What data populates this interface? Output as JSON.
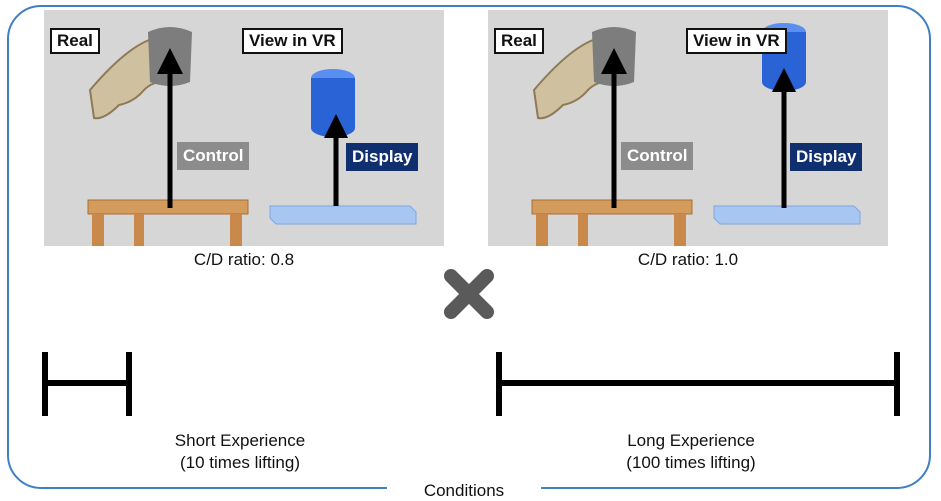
{
  "panels": [
    {
      "real_label": "Real",
      "vr_label": "View in VR",
      "control_label": "Control",
      "display_label": "Display",
      "ratio_text": "C/D ratio: 0.8"
    },
    {
      "real_label": "Real",
      "vr_label": "View in VR",
      "control_label": "Control",
      "display_label": "Display",
      "ratio_text": "C/D ratio: 1.0"
    }
  ],
  "experience": {
    "short": {
      "line1": "Short Experience",
      "line2": "(10 times lifting)"
    },
    "long": {
      "line1": "Long Experience",
      "line2": "(100 times lifting)"
    }
  },
  "frame_label": "Conditions",
  "colors": {
    "frame": "#3f7fc4",
    "cylinder": "#2a63d6",
    "display_bar": "#a8c6f2",
    "control_box": "#8c8c8c",
    "display_box": "#0f2f6e",
    "cross": "#5a5a5a"
  }
}
